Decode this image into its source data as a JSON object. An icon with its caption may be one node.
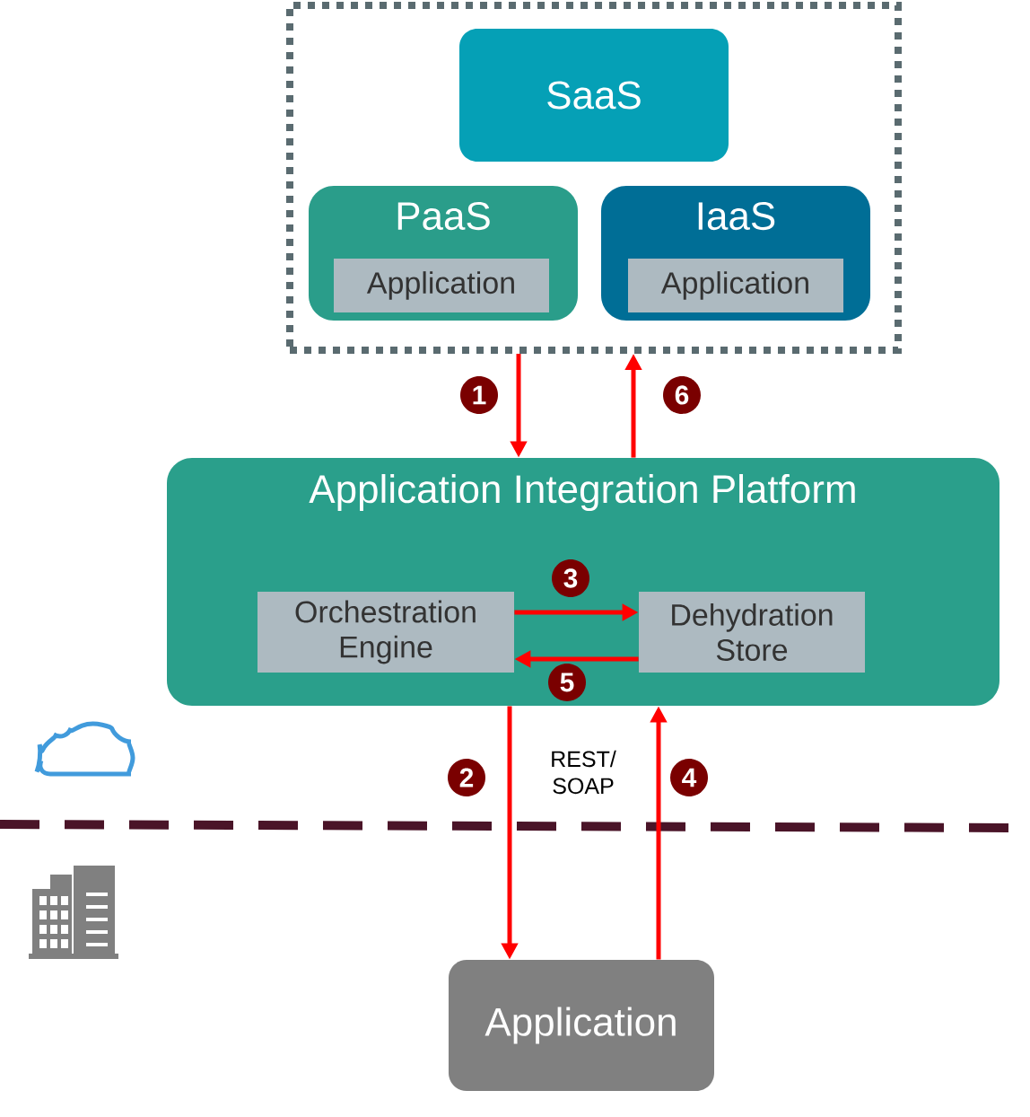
{
  "diagram": {
    "nodes": [
      {
        "text": [],
        "shape": "box"
      },
      {
        "text": [
          "SaaS"
        ],
        "in": 0
      },
      {
        "text": [
          "PaaS"
        ],
        "in": 0
      },
      {
        "text": [
          "Application"
        ],
        "in": 2
      },
      {
        "text": [
          "IaaS"
        ],
        "in": 0
      },
      {
        "text": [
          "Application"
        ],
        "in": 4
      },
      {
        "text": [
          "Application Integration Platform"
        ]
      },
      {
        "text": [
          "Orchestration Engine"
        ],
        "in": 6
      },
      {
        "text": [
          "Dehydration Store"
        ],
        "in": 6
      },
      {
        "text": [
          "Application"
        ]
      }
    ],
    "edges": [
      {
        "from": 0,
        "to": 6,
        "arrow": "to",
        "label": "1"
      },
      {
        "from": 6,
        "to": 9,
        "arrow": "to",
        "label": "2"
      },
      {
        "from": 7,
        "to": 8,
        "arrow": "to",
        "label": "3"
      },
      {
        "from": 9,
        "to": 6,
        "arrow": "to",
        "label": "4"
      },
      {
        "from": 8,
        "to": 7,
        "arrow": "to",
        "label": "5"
      },
      {
        "from": 6,
        "to": 0,
        "arrow": "to",
        "label": "6"
      }
    ],
    "labels": [
      "REST/ SOAP"
    ]
  }
}
